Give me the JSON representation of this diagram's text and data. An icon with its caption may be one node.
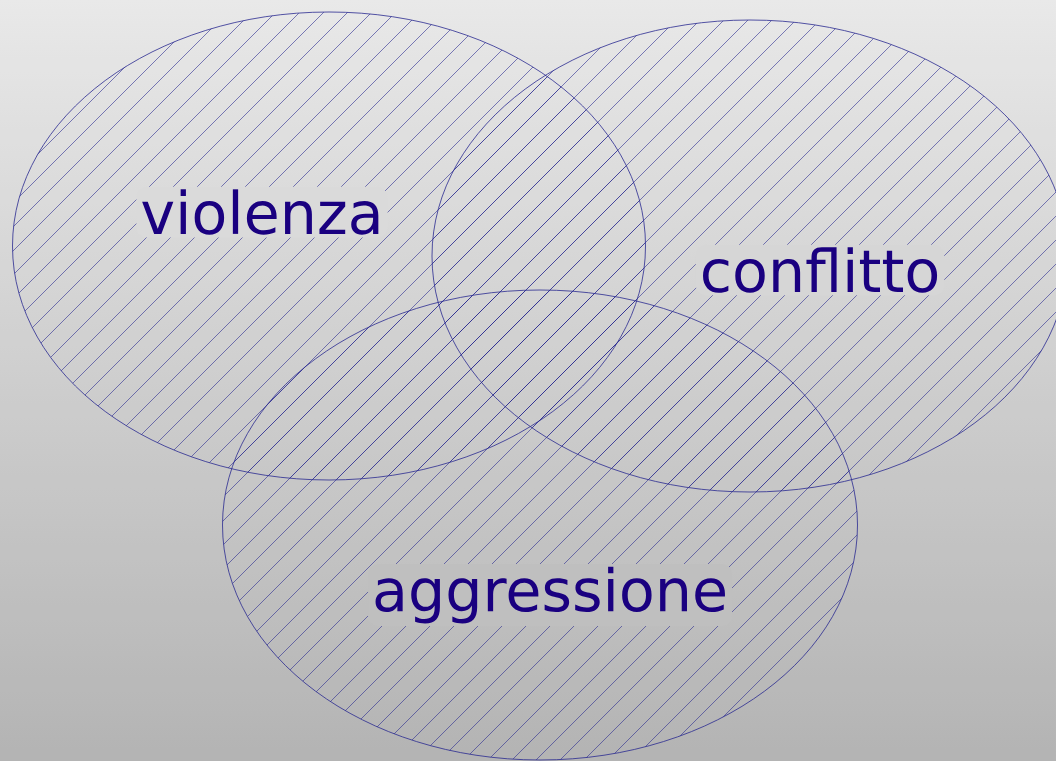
{
  "diagram": {
    "nodes": [
      {
        "text": [
          "violenza"
        ]
      },
      {
        "text": [
          "conflitto"
        ]
      },
      {
        "text": [
          "aggressione"
        ]
      }
    ]
  }
}
